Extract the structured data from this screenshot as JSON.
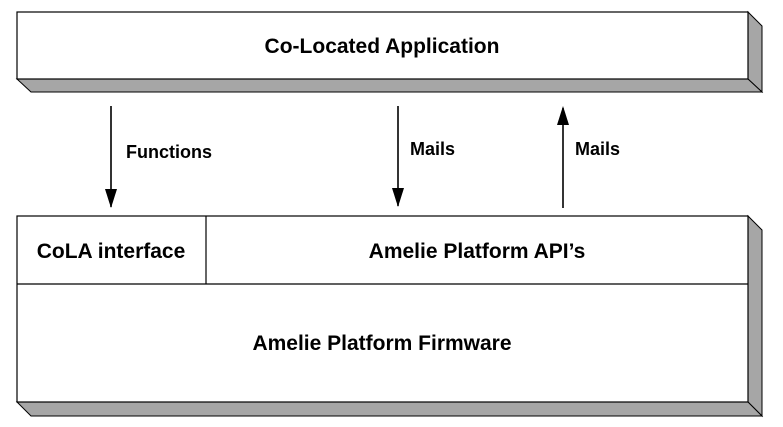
{
  "top_box": {
    "label": "Co-Located Application"
  },
  "arrows": {
    "functions": {
      "label": "Functions",
      "direction": "down"
    },
    "mails_down": {
      "label": "Mails",
      "direction": "down"
    },
    "mails_up": {
      "label": "Mails",
      "direction": "up"
    }
  },
  "api_layer": {
    "cola_label": "CoLA interface",
    "api_label": "Amelie Platform API’s"
  },
  "firmware": {
    "label": "Amelie Platform Firmware"
  },
  "colors": {
    "box_fill": "#ffffff",
    "shadow": "#a6a6a6",
    "stroke": "#000000"
  }
}
